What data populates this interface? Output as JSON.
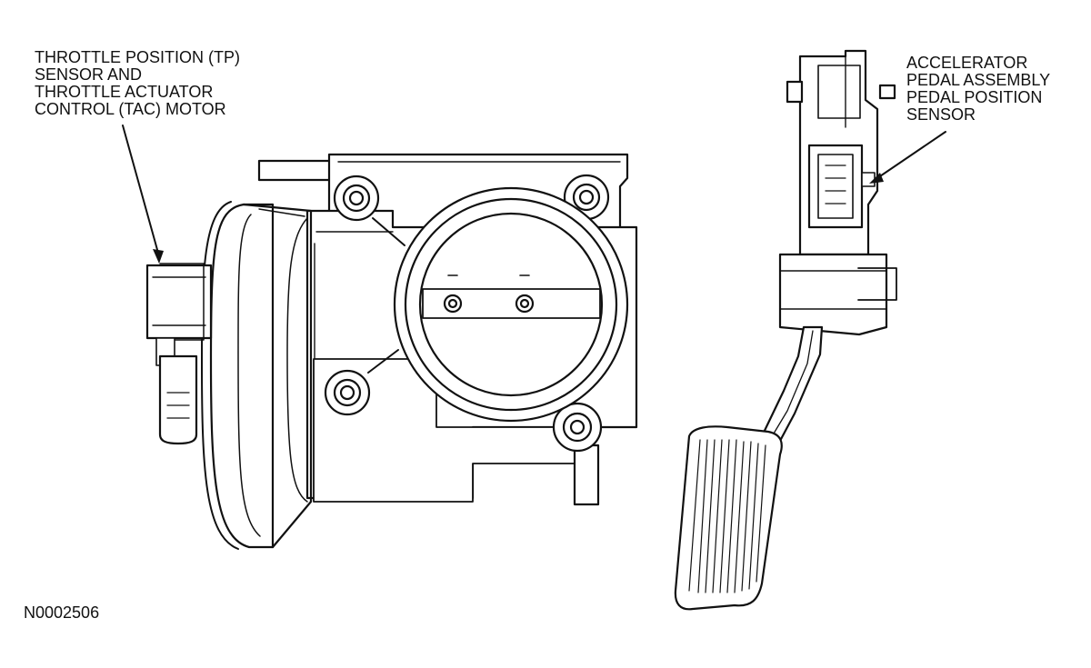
{
  "callouts": {
    "throttle_body": {
      "lines": [
        "THROTTLE POSITION (TP)",
        "SENSOR AND",
        "THROTTLE ACTUATOR",
        "CONTROL (TAC) MOTOR"
      ]
    },
    "pedal": {
      "lines": [
        "ACCELERATOR",
        "PEDAL ASSEMBLY",
        "PEDAL POSITION",
        "SENSOR"
      ]
    }
  },
  "figure_code": "N0002506"
}
